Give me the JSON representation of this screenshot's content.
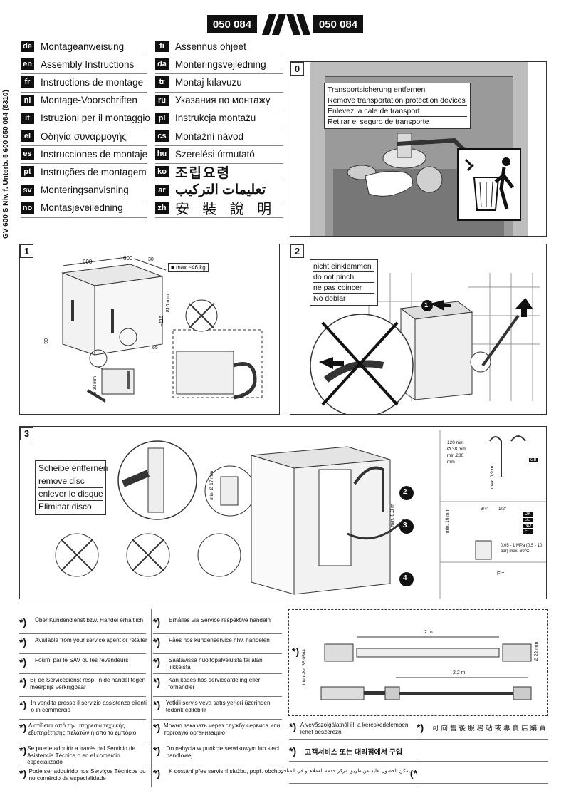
{
  "header": {
    "code_left": "050 084",
    "code_right": "050 084",
    "side_text": "GV 600 S Niv. f. Unterb.   5 600 050 084 (8310)"
  },
  "languages": {
    "left": [
      {
        "code": "de",
        "label": "Montageanweisung"
      },
      {
        "code": "en",
        "label": "Assembly Instructions"
      },
      {
        "code": "fr",
        "label": "Instructions de montage"
      },
      {
        "code": "nl",
        "label": "Montage-Voorschriften"
      },
      {
        "code": "it",
        "label": "Istruzioni per il montaggio"
      },
      {
        "code": "el",
        "label": "Οδηγία συναρμογής"
      },
      {
        "code": "es",
        "label": "Instrucciones de montaje"
      },
      {
        "code": "pt",
        "label": "Instruções de montagem"
      },
      {
        "code": "sv",
        "label": "Monteringsanvisning"
      },
      {
        "code": "no",
        "label": "Montasjeveiledning"
      }
    ],
    "right": [
      {
        "code": "fi",
        "label": "Assennus ohjeet"
      },
      {
        "code": "da",
        "label": "Monteringsvejledning"
      },
      {
        "code": "tr",
        "label": "Montaj kılavuzu"
      },
      {
        "code": "ru",
        "label": "Указания по монтажу"
      },
      {
        "code": "pl",
        "label": "Instrukcja montażu"
      },
      {
        "code": "cs",
        "label": "Montážní návod"
      },
      {
        "code": "hu",
        "label": "Szerelési útmutató"
      },
      {
        "code": "ko",
        "label": "조립요령"
      },
      {
        "code": "ar",
        "label": "تعليمات التركيب"
      },
      {
        "code": "zh",
        "label": "安 裝 說 明"
      }
    ]
  },
  "panel0": {
    "number": "0",
    "callout": [
      "Transportsicherung entfernen",
      "Remove transportation protection devices",
      "Enlevez la cale de transport",
      "Retirar el seguro de transporte"
    ]
  },
  "panel1": {
    "number": "1",
    "weight": "max.~46 kg",
    "dim_width": "600",
    "dim_depth": "600",
    "dim_top": "30",
    "dim_height": "810 mm",
    "dim_115": "~115",
    "dim_90": "90",
    "dim_65": "65",
    "dim_foot": "0-20 mm"
  },
  "panel2": {
    "number": "2",
    "callout": [
      "nicht einklemmen",
      "do not pinch",
      "ne pas coincer",
      "No doblar"
    ],
    "step": "1"
  },
  "panel3": {
    "number": "3",
    "callout": [
      "Scheibe entfernen",
      "remove disc",
      "enlever le disque",
      "Eliminar disco"
    ],
    "min17": "min. Ø 17 mm",
    "min03": "min. 0,3 m",
    "circle2": "2",
    "circle3": "3",
    "circle4": "4",
    "dim120": "120 mm",
    "dim38": "Ø 38 mm",
    "dim280": "min.280 mm",
    "max09": "max. 0,9 m",
    "gb": "GB",
    "min10": "min. 10 mm",
    "thread1": "3/4\"",
    "thread2": "1/2\"",
    "dk": "DK",
    "se": "SE",
    "no": "NO",
    "fi": "FI",
    "pressure": "0,05 - 1 MPa (0,5 - 10 bar) max. 60°C",
    "fi_label": "FI="
  },
  "footnotes": {
    "col1": [
      "Über Kundendienst bzw. Handel erhältlich",
      "Available from your service agent or retailer",
      "Fourni par le SAV ou les revendeurs",
      "Bij de Servicedienst resp. in de handel tegen meerprijs verkrijgbaar",
      "In vendita presso il servizio assistenza clienti o in commercio",
      "Διατίθεται από την υπηρεσία τεχνικής εξυπηρέτησης πελατών ή από το εμπόριο",
      "Se puede adquirir a través del Servicio de Asistencia Técnica o en el comercio especializado",
      "Pode ser adquirido nos Serviços Técnicos ou no comércio da especialidade"
    ],
    "col2": [
      "Erhålles via Service respektive handeln",
      "Fåes hos kundenservice hhv. handelen",
      "Saatavissa huoltopalveluista tai alan liikkeistä",
      "Kan kabes hos serviceafdeling eller forhandler",
      "Yetkili servis veya satış yerleri üzerinden tedarik edilebilir",
      "Можно заказать через службу сервиса или торговую организацию",
      "Do nabycia w punkcie serwisowym lub sieci handlowej",
      "K dostání přes servisní službu, popř. obchod"
    ],
    "hu": "A vevőszolgálatnál ill. a kereskedelemben lehet beszerezni",
    "zh": "可 向 售 後 服 務 站 或 專 賣 店 購 買",
    "ko": "고객서비스 또는 대리점에서 구입",
    "ar": "يمكن الحصول عليه عن طريق مركز خدمة العملاء أو في المتاجر",
    "star": "*)",
    "ident": "Ident-Nr. 35 0564",
    "hose_2m": "2 m",
    "hose_22": "2,2 m",
    "hose_d": "Ø 22 mm"
  }
}
